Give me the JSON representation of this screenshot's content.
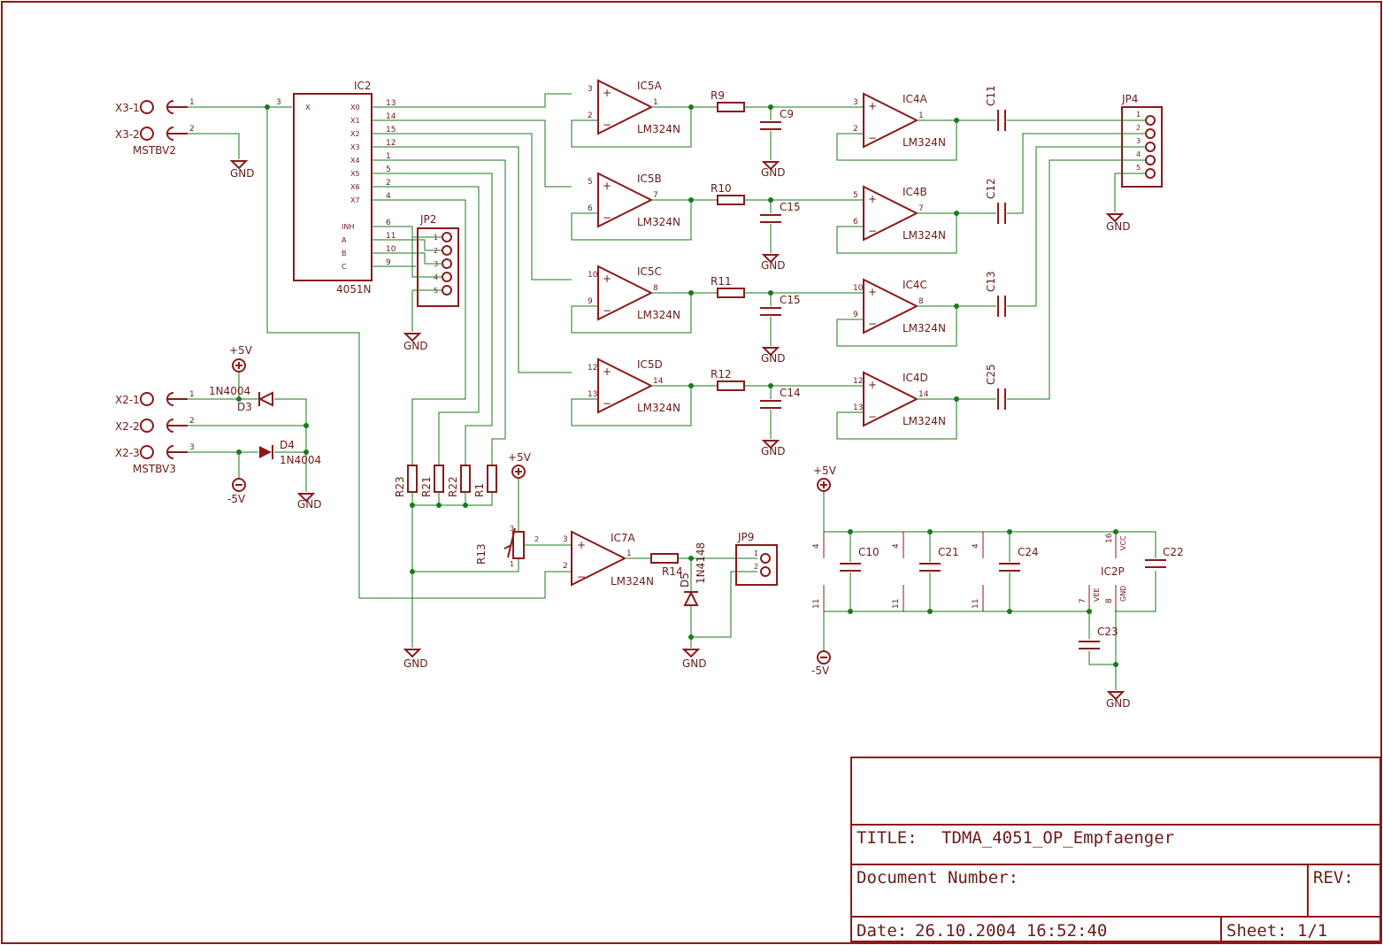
{
  "title_block": {
    "title_label": "TITLE:",
    "title_value": "TDMA_4051_OP_Empfaenger",
    "doc_label": "Document Number:",
    "rev_label": "REV:",
    "date_label": "Date:",
    "date_value": "26.10.2004 16:52:40",
    "sheet_label": "Sheet:",
    "sheet_value": "1/1"
  },
  "connectors": {
    "x3_1": "X3-1",
    "x3_2": "X3-2",
    "x3_part": "MSTBV2",
    "x2_1": "X2-1",
    "x2_2": "X2-2",
    "x2_3": "X2-3",
    "x2_part": "MSTBV3",
    "jp2": "JP2",
    "jp4": "JP4",
    "jp9": "JP9"
  },
  "mux": {
    "name": "IC2",
    "part": "4051N",
    "x_pin": "X",
    "outputs": [
      "X0",
      "X1",
      "X2",
      "X3",
      "X4",
      "X5",
      "X6",
      "X7"
    ],
    "output_pins": [
      "13",
      "14",
      "15",
      "12",
      "1",
      "5",
      "2",
      "4"
    ],
    "controls": [
      "INH",
      "A",
      "B",
      "C"
    ],
    "control_pins": [
      "6",
      "11",
      "10",
      "9"
    ],
    "x_pin_num": "3"
  },
  "opamps": {
    "part": "LM324N",
    "left": [
      "IC5A",
      "IC5B",
      "IC5C",
      "IC5D"
    ],
    "right": [
      "IC4A",
      "IC4B",
      "IC4C",
      "IC4D"
    ],
    "ic7": "IC7A"
  },
  "resistors": {
    "series": [
      "R9",
      "R10",
      "R11",
      "R12"
    ],
    "bottom": [
      "R23",
      "R21",
      "R22",
      "R1"
    ],
    "pot": "R13",
    "r14": "R14"
  },
  "capacitors": {
    "shunt": [
      "C9",
      "C15",
      "C15",
      "C14"
    ],
    "coupling": [
      "C11",
      "C12",
      "C13",
      "C25"
    ],
    "supply": [
      "C10",
      "C21",
      "C24",
      "C22",
      "C23"
    ]
  },
  "diodes": {
    "d3": "D3",
    "d4": "D4",
    "d5": "D5",
    "d3_part": "1N4004",
    "d4_part": "1N4004",
    "d5_part": "1N4148"
  },
  "power": {
    "gnd": "GND",
    "p5": "+5V",
    "m5": "-5V",
    "ic2p": "IC2P",
    "vcc": "VCC",
    "vee": "VEE",
    "gnd_pin": "GND"
  },
  "colors": {
    "part": "#8b1a1a",
    "wire": "#1a7a1a",
    "text": "#6b1a1a"
  }
}
